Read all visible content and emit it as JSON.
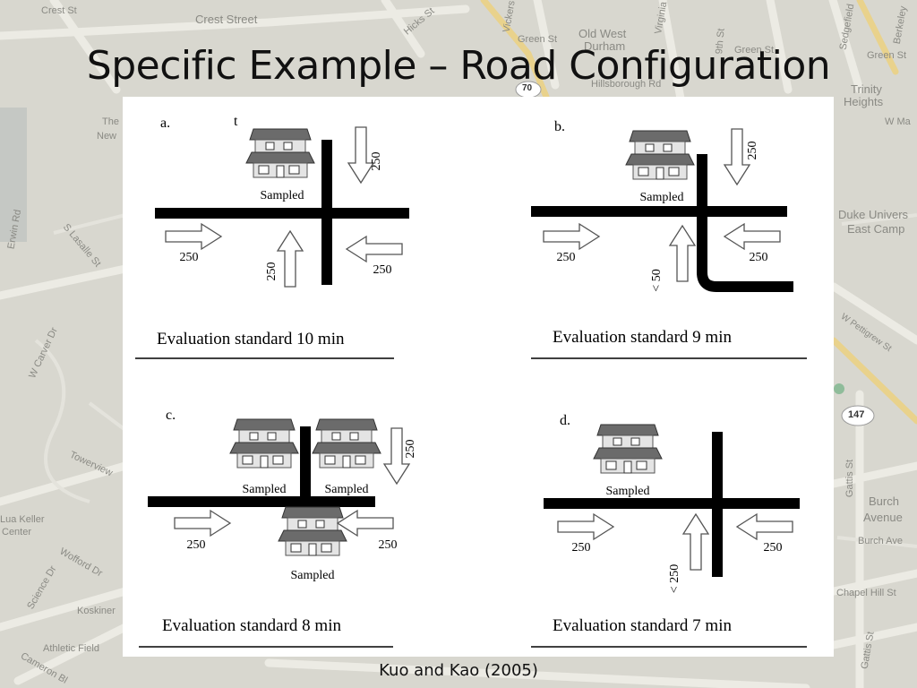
{
  "slide": {
    "title": "Specific Example – Road Configuration",
    "caption": "Kuo and Kao (2005)"
  },
  "map_labels": [
    "Crest St",
    "Crest Street",
    "Hicks St",
    "Green St",
    "Old West",
    "Durham",
    "Green St",
    "Trinity",
    "Heights",
    "W Ma",
    "The",
    "New",
    "Duke Univers",
    "East Camp",
    "S Lasalle St",
    "W Carver Dr",
    "Towerview",
    "W Pettigrew St",
    "Burch",
    "Avenue",
    "Burch Ave",
    "Lua Keller",
    "Center",
    "Koskiner",
    "Athletic Field",
    "Cameron Bl",
    "Gattis St",
    "Wofford Dr",
    "Science Dr",
    "Hillsborough Rd",
    "9th St",
    "Erwin Rd",
    "Gattis St",
    "Sedgefield",
    "Berkeley",
    "Green St",
    "Chapel Hill St",
    "Vickers Ave",
    "Virginia"
  ],
  "route_shields": [
    "70",
    "147"
  ],
  "colors": {
    "map_background": "#d8d7cf",
    "map_road": "#ecebe4",
    "highway": "#e9d28c",
    "road_bar": "#000000",
    "arrow_stroke": "#555555"
  },
  "panels": [
    {
      "id": "a",
      "letter": "a.",
      "extra_mark": "t",
      "sampled_label": "Sampled",
      "flows": {
        "top_down": "250",
        "left_right": "250",
        "bottom_up": "250",
        "right_left": "250"
      },
      "standard": "Evaluation standard 10 min"
    },
    {
      "id": "b",
      "letter": "b.",
      "sampled_label": "Sampled",
      "flows": {
        "top_down": "250",
        "left_right": "250",
        "bottom_up": "< 50",
        "right_left": "250"
      },
      "standard": "Evaluation standard 9 min"
    },
    {
      "id": "c",
      "letter": "c.",
      "sampled_label": "Sampled",
      "flows": {
        "top_down": "250",
        "left_right": "250",
        "right_left": "250"
      },
      "standard": "Evaluation standard 8 min"
    },
    {
      "id": "d",
      "letter": "d.",
      "sampled_label": "Sampled",
      "flows": {
        "left_right": "250",
        "bottom_up": "< 250",
        "right_left": "250"
      },
      "standard": "Evaluation standard 7 min"
    }
  ]
}
